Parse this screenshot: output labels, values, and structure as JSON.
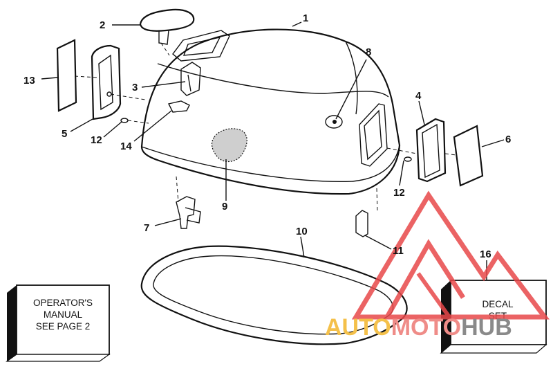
{
  "parts": [
    {
      "id": "1",
      "label": "1"
    },
    {
      "id": "2",
      "label": "2"
    },
    {
      "id": "3",
      "label": "3"
    },
    {
      "id": "4",
      "label": "4"
    },
    {
      "id": "5",
      "label": "5"
    },
    {
      "id": "6",
      "label": "6"
    },
    {
      "id": "7",
      "label": "7"
    },
    {
      "id": "8",
      "label": "8"
    },
    {
      "id": "9",
      "label": "9"
    },
    {
      "id": "10",
      "label": "10"
    },
    {
      "id": "11",
      "label": "11"
    },
    {
      "id": "12a",
      "label": "12"
    },
    {
      "id": "12b",
      "label": "12"
    },
    {
      "id": "13",
      "label": "13"
    },
    {
      "id": "14",
      "label": "14"
    },
    {
      "id": "16",
      "label": "16"
    }
  ],
  "operators_manual_box": {
    "line1": "OPERATOR'S",
    "line2": "MANUAL",
    "line3": "SEE PAGE 2"
  },
  "decal_box": {
    "line1": "DECAL",
    "line2": "SET"
  },
  "watermark": {
    "part1": "AUTO",
    "part2": "MOTO",
    "part3": "HUB",
    "color_auto": "#f4c04a",
    "color_moto": "#ef8c88",
    "color_hub": "#8a8a8a",
    "logo_color": "#e8484a"
  }
}
